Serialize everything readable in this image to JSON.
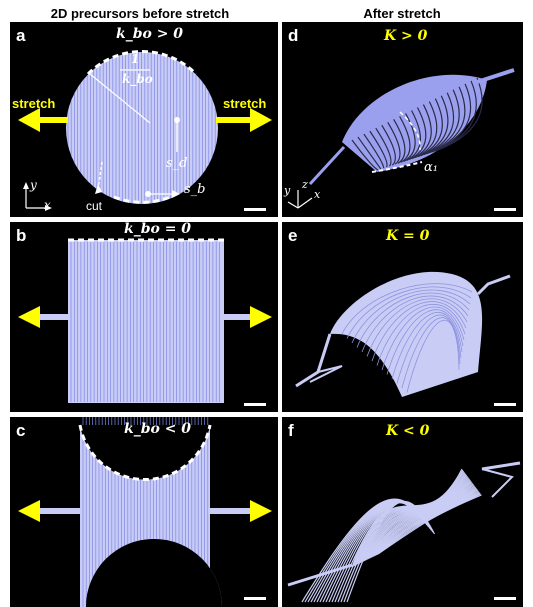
{
  "headers": {
    "left": "2D precursors before stretch",
    "right": "After stretch"
  },
  "panels": {
    "a": {
      "label": "a",
      "curvature": "k_bo > 0",
      "radius_label_num": "1",
      "radius_label_den": "k_bo",
      "stretch_left": "stretch",
      "stretch_right": "stretch",
      "cut_label": "cut",
      "s_d": "s_d",
      "s_b": "s_b",
      "axis_x": "x",
      "axis_y": "y"
    },
    "b": {
      "label": "b",
      "curvature": "k_bo = 0"
    },
    "c": {
      "label": "c",
      "curvature": "k_bo < 0"
    },
    "d": {
      "label": "d",
      "gauss": "K > 0",
      "alpha": "α₁",
      "axis_x": "x",
      "axis_y": "y",
      "axis_z": "z"
    },
    "e": {
      "label": "e",
      "gauss": "K = 0"
    },
    "f": {
      "label": "f",
      "gauss": "K < 0"
    }
  },
  "colors": {
    "background": "#000000",
    "ribbon": "#c9cdf5",
    "ribbon_shade": "#7f86e8",
    "arrow": "#ffff00",
    "dashed_edge": "#ffffff"
  }
}
